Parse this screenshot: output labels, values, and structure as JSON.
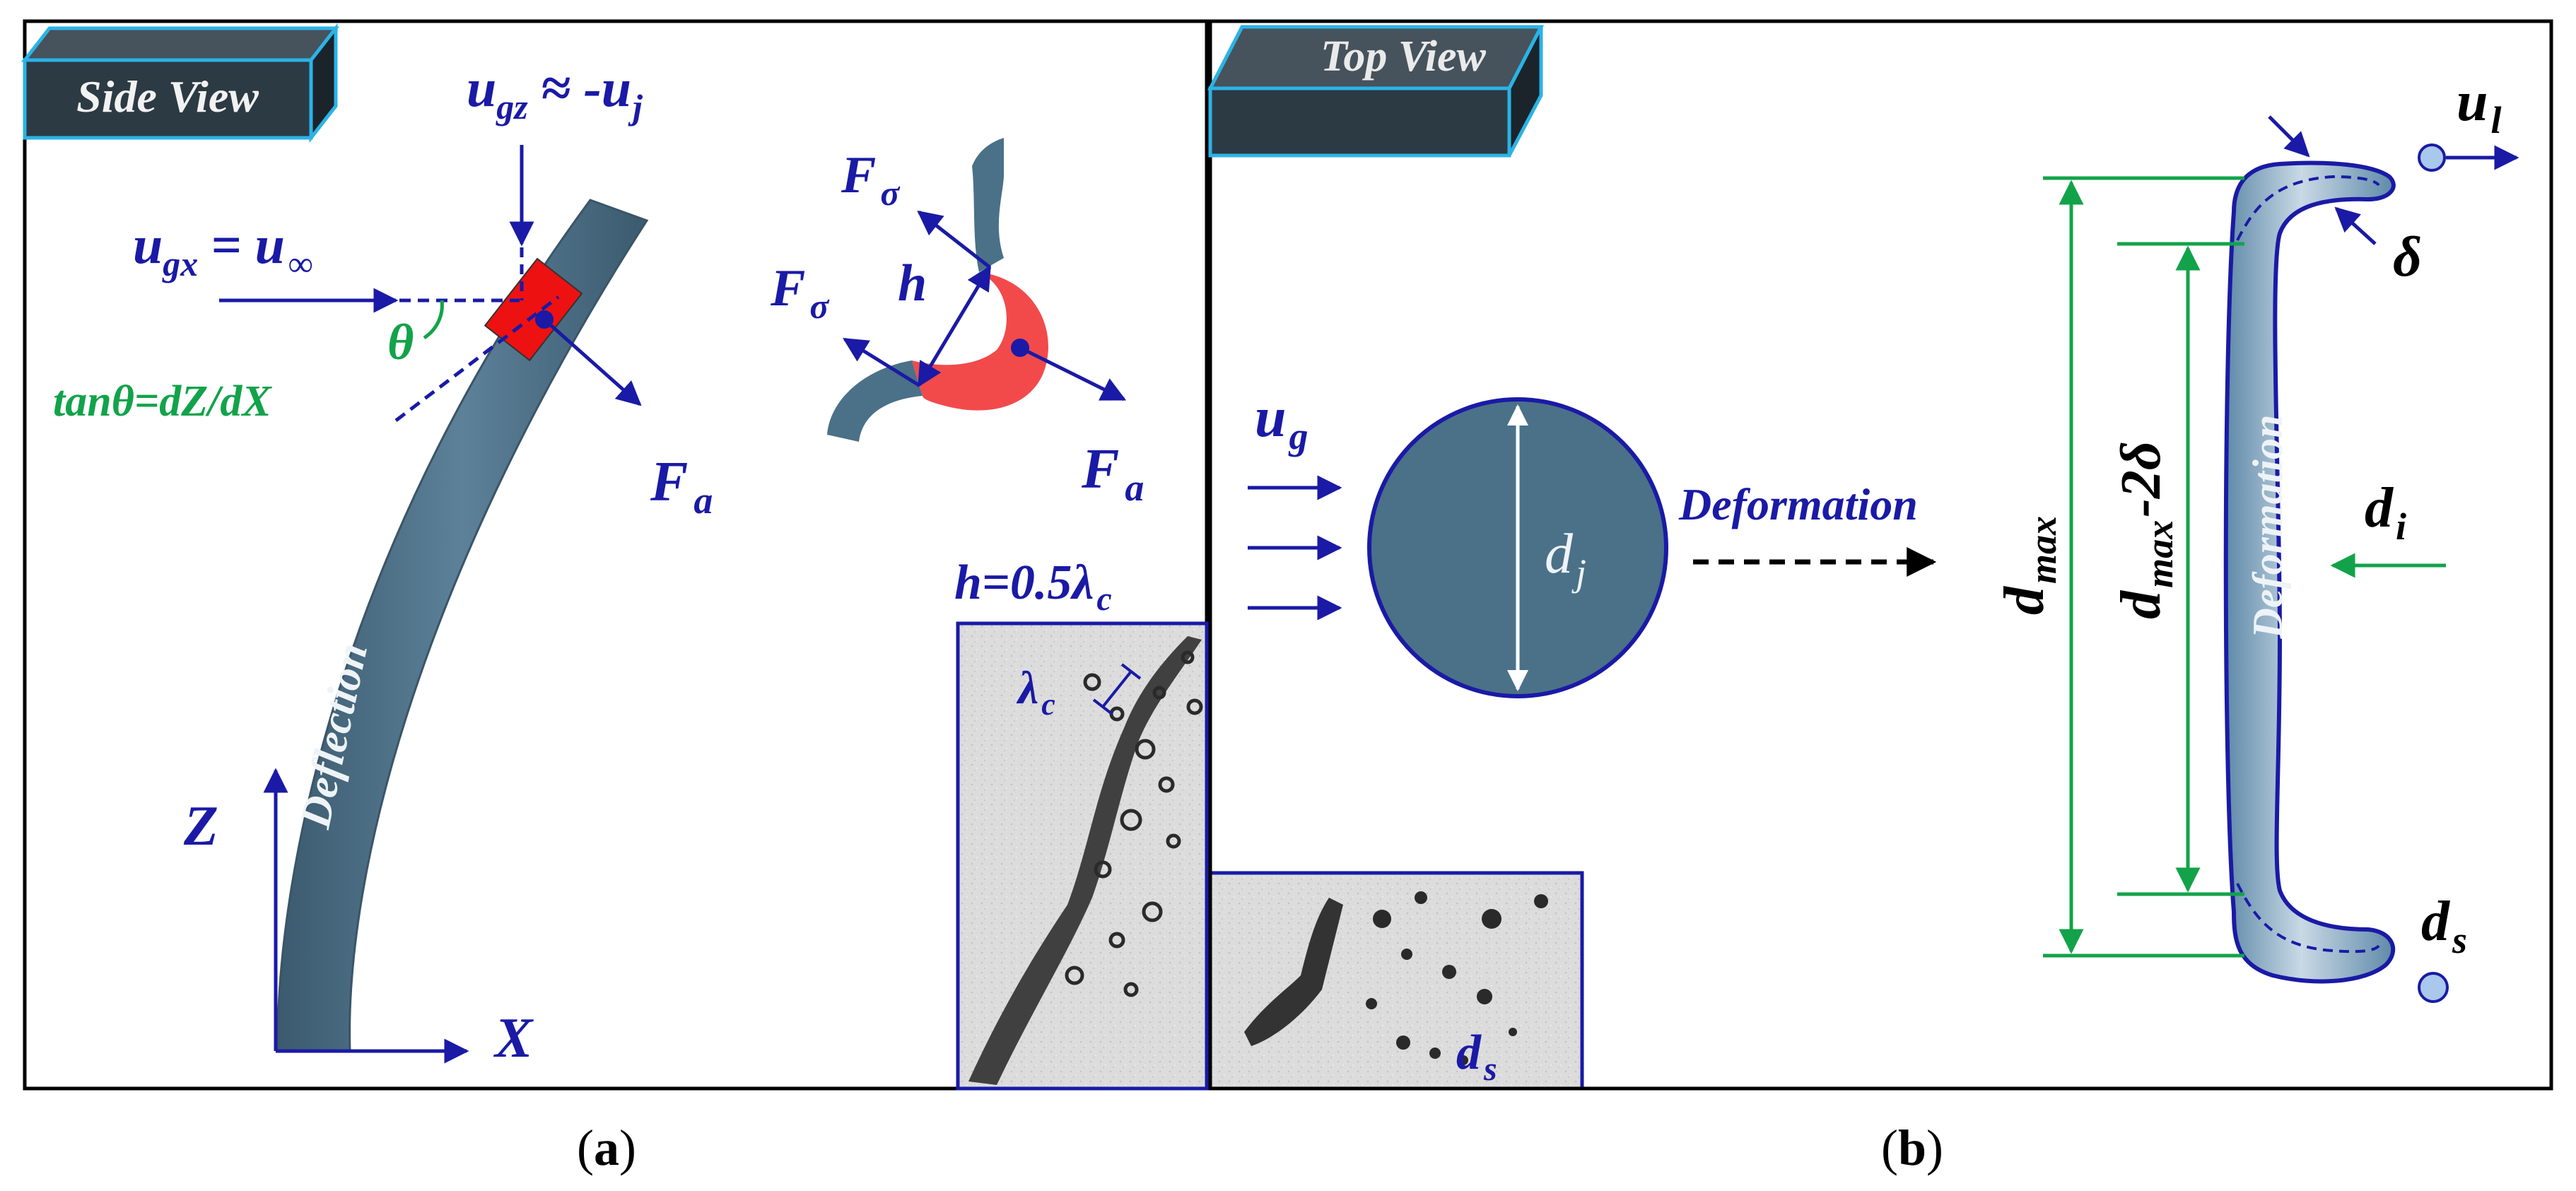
{
  "panel_a": {
    "view_badge": "Side View",
    "ugx_main": "u",
    "ugx_sub": "gx",
    "ugx_rhs": "= u",
    "ugx_inf": "∞",
    "ugz_main": "u",
    "ugz_sub": "gz",
    "ugz_rhs": "≈ -u",
    "ugz_rhs_sub": "j",
    "theta": "θ",
    "tan_eq": "tanθ=dZ/dX",
    "fa_main": "F",
    "fa_sub": "a",
    "fa2_main": "F",
    "fa2_sub": "a",
    "fsig1_main": "F",
    "fsig1_sub": "σ",
    "fsig2_main": "F",
    "fsig2_sub": "σ",
    "h": "h",
    "h_eq": "h=0.5λ",
    "h_eq_sub": "c",
    "lambda_main": "λ",
    "lambda_sub": "c",
    "deflection": "Deflection",
    "z_axis": "Z",
    "x_axis": "X",
    "ds_main": "d",
    "ds_sub": "s"
  },
  "panel_b": {
    "view_badge": "Top View",
    "ug_main": "u",
    "ug_sub": "g",
    "dj_main": "d",
    "dj_sub": "j",
    "deformation_arrow": "Deformation",
    "deformation_sheet": "Deformation",
    "dmax_main": "d",
    "dmax_sub": "max",
    "dmax2_main": "d",
    "dmax2_sub": "max",
    "dmax2_tail": "-2δ",
    "ul_main": "u",
    "ul_sub": "l",
    "delta": "δ",
    "di_main": "d",
    "di_sub": "i",
    "ds_main": "d",
    "ds_sub": "s"
  },
  "captions": {
    "a": "a",
    "b": "b"
  },
  "colors": {
    "jet": "#4a7188",
    "label_blue": "#1a1aa6",
    "label_green": "#12a34a",
    "red_element": "#ee1111",
    "red_ring": "#f24a4a",
    "badge_front": "#2c3a44",
    "badge_border": "#2bb3e6"
  }
}
